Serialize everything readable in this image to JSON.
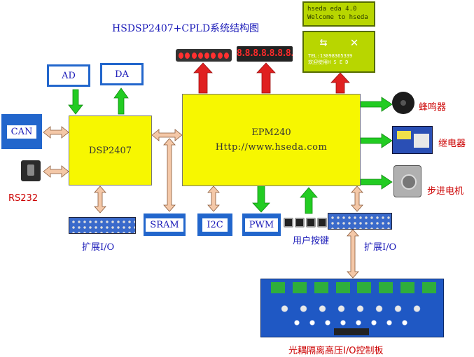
{
  "title": "HSDSP2407+CPLD系统结构图",
  "blocks": {
    "ad": "AD",
    "da": "DA",
    "can": "CAN",
    "rs232": "RS232",
    "dsp": "DSP2407",
    "epm": "EPM240",
    "epm_url": "Http://www.hseda.com",
    "sram": "SRAM",
    "i2c": "I2C",
    "pwm": "PWM",
    "user_keys": "用户按键",
    "ext_io_left": "扩展I/O",
    "ext_io_right": "扩展I/O",
    "buzzer": "蜂鸣器",
    "relay": "继电器",
    "stepper": "步进电机",
    "optocoupler_board": "光耦隔离高压I/O控制板"
  },
  "lcd": {
    "line1": "hseda eda 4.0",
    "line2": "Welcome to hseda",
    "graphic_text1": "TEL:13098365339",
    "graphic_text2": "欢迎使用H S E D"
  },
  "seven_segment": "8.8.8.8.8.8.8.8.",
  "colors": {
    "yellow": "#f7f700",
    "blue": "#2266cc",
    "red_arrow": "#e02020",
    "green_arrow": "#22cc22",
    "bi_arrow": "#f4c8a8"
  }
}
